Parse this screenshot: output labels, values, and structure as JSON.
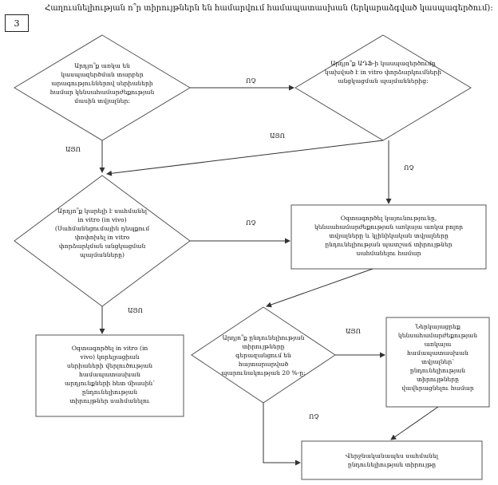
{
  "title": "Հաղուսնելիության ո՞ր տիրույթներն են համարվում համապատասխան (երկարաձգված կասպագերծում):",
  "number_box": "3",
  "nodes": {
    "d1": "Արդյո՞ք առկա են\nկասպազերծման տարբեր\nարագություններով սերիաների\nհամար կենսահամարժեքության\nմասին տվյալներ:",
    "d2": "Արդյո՞ք ԱԴՖ-ի կասպազերծումը\nկախված է in vitro փորձարկումների\nանցկացման պայմաններից:",
    "d3": "Արդյո՞ք կարելի է սահմանել\nin vitro (in vivo)\n(Սահմանեցումային դեպքում\nփոփոխել in vitro\nփորձարկման անցկացման\nպայմանները)",
    "b1": "Օգտագործել կայունությունը,\nկենսահամարժեքության առկայա առկա բոլոր\nտվյալները և կլինիկական տվյալները\nընդունելիության պատշաճ տիրույթներ\nսահմանելու համար",
    "b2": "Օգտագործել in vitro (in\nvivo) կորելյացիան\nսերիաների վերլուծության\nհամապատասխան\nարդյունքների հետ միասին՝\nընդունելիության\nտիրույթներ սահմանելու",
    "d4": "Արդյո՞ք ընդունելիության\nտիրույթները\nգերազանցում են\nհայտարարված\nպարունակության 20 %-ը:",
    "b3": "Ներկայացրեք\nկենսահամարժեքության\nառկայա\nհամապատասխան\nտվյալներ՝\nընդունելիության\nտիրույթները\nվավերացնելու համար",
    "b4": "Վերջնականապես սահմանել\nընդունելիության տիրույթը"
  },
  "edge_labels": {
    "d1_d2": "ՈՉ",
    "d1_down": "ԱՅՈ",
    "d2_left": "ԱՅՈ",
    "d2_down": "ՈՉ",
    "d3_b1": "ՈՉ",
    "d3_down": "ԱՅՈ",
    "d4_b3": "ԱՅՈ",
    "d4_b4": "ՈՉ"
  }
}
